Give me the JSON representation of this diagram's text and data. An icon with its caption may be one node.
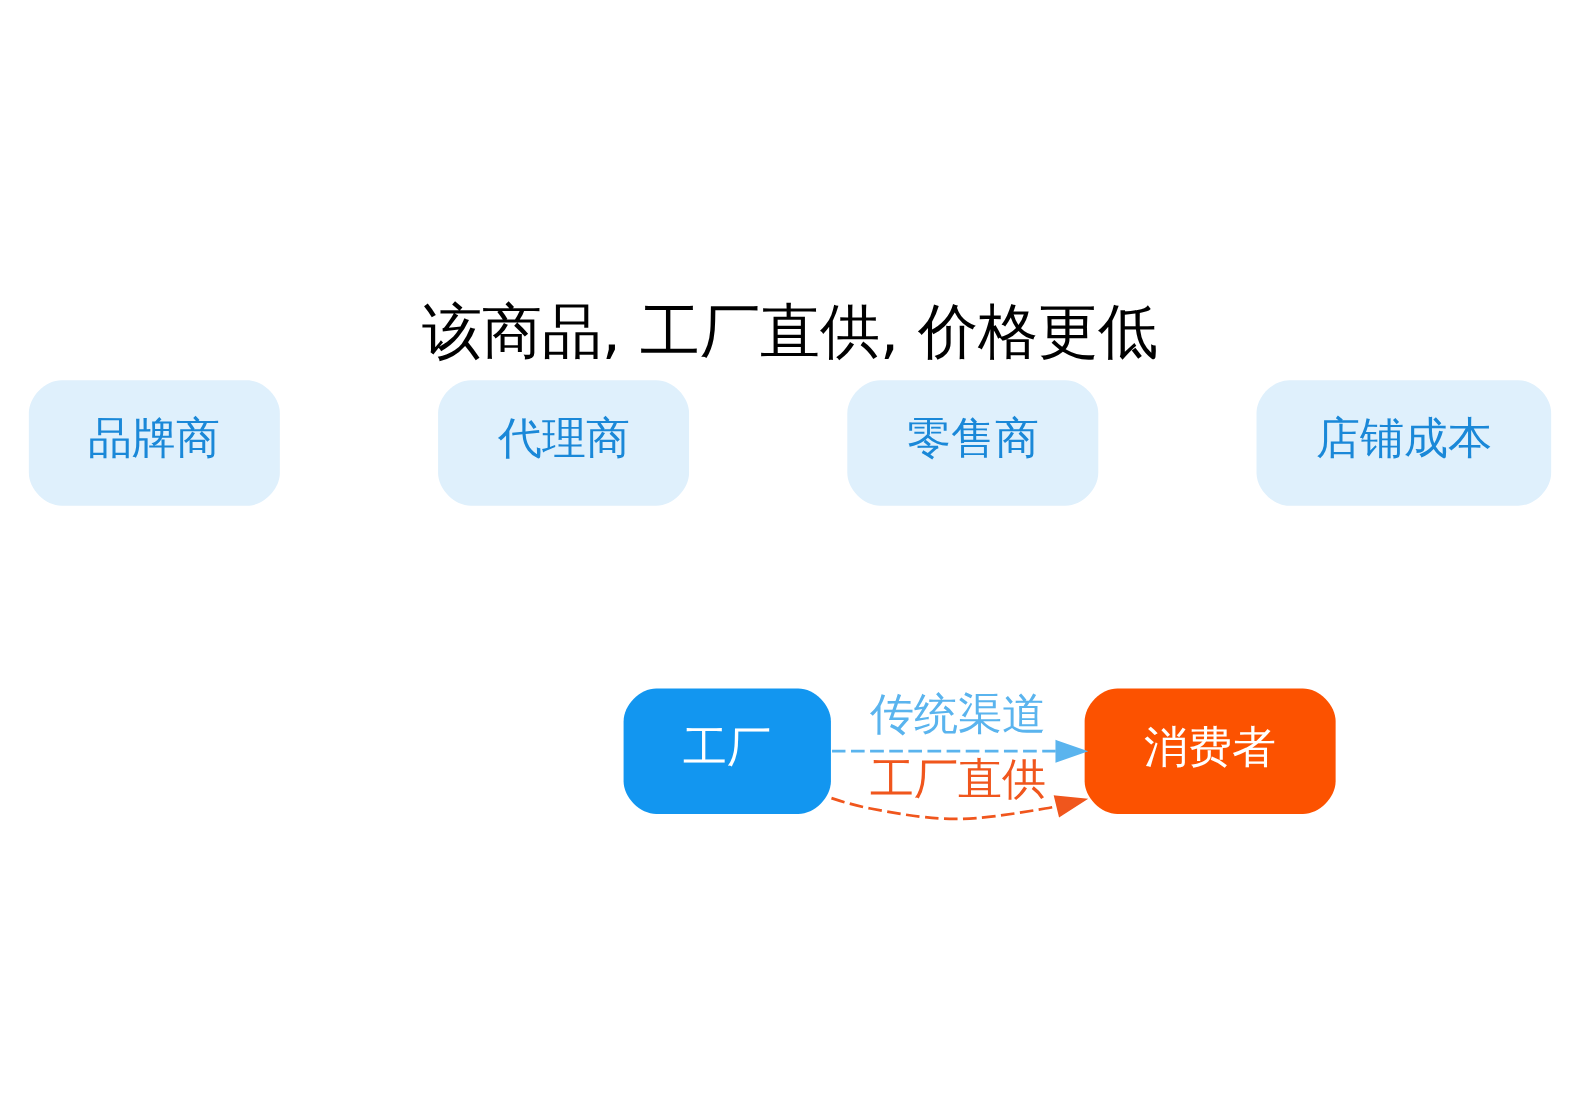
{
  "diagram": {
    "title": "该商品, 工厂直供, 价格更低",
    "nodes": [
      {
        "text": [
          "工厂"
        ]
      },
      {
        "text": [
          "品牌商"
        ]
      },
      {
        "text": [
          "代理商"
        ]
      },
      {
        "text": [
          "零售商"
        ]
      },
      {
        "text": [
          "店铺成本"
        ]
      },
      {
        "text": [
          "消费者"
        ]
      }
    ],
    "edges": [
      {
        "from": 0,
        "to": 5,
        "arrow": "to",
        "label": "传统渠道",
        "style": "dashed",
        "color": "#5ab4ee"
      },
      {
        "from": 0,
        "to": 5,
        "arrow": "to",
        "label": "工厂直供",
        "style": "dashed",
        "color": "#f0561d"
      }
    ]
  }
}
